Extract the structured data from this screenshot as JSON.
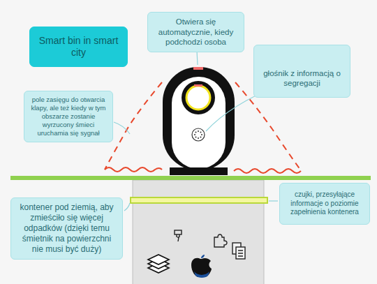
{
  "diagram": {
    "nodes": [
      {
        "text": [
          "Otwiera się automatycznie, kiedy podchodzi osoba"
        ]
      },
      {
        "text": [
          "Smart bin in smart city"
        ]
      },
      {
        "text": [
          "głośnik z informacją o segregacji"
        ]
      },
      {
        "text": [
          "pole zasięgu do otwarcia klapy, ale też kiedy w tym obszarze zostanie wyrzucony śmieci uruchamia się sygnał"
        ]
      },
      {
        "text": [
          "czujki, przesyłające informacje o poziomie zapełnienia kontenera"
        ]
      },
      {
        "text": [
          "kontener pod ziemią, aby zmieściło się więcej odpadków (dzięki temu śmietnik na powierzchni nie musi być duży)"
        ]
      }
    ]
  }
}
